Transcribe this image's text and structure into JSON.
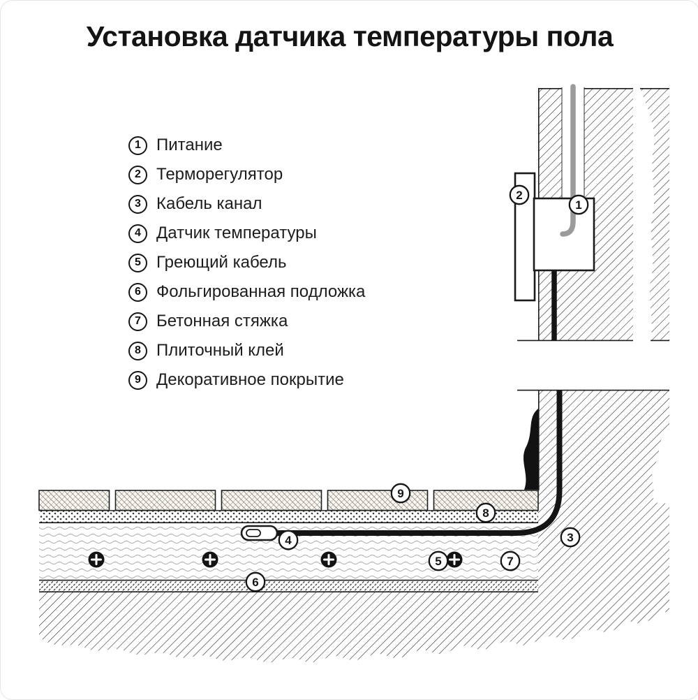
{
  "header": {
    "title": "Установка датчика температуры пола"
  },
  "legend": {
    "items": [
      {
        "num": "1",
        "label": "Питание"
      },
      {
        "num": "2",
        "label": "Терморегулятор"
      },
      {
        "num": "3",
        "label": "Кабель канал"
      },
      {
        "num": "4",
        "label": "Датчик температуры"
      },
      {
        "num": "5",
        "label": "Греющий кабель"
      },
      {
        "num": "6",
        "label": "Фольгированная подложка"
      },
      {
        "num": "7",
        "label": "Бетонная стяжка"
      },
      {
        "num": "8",
        "label": "Плиточный клей"
      },
      {
        "num": "9",
        "label": "Декоративное покрытие"
      }
    ]
  },
  "diagram": {
    "colors": {
      "ink": "#1a1a1a",
      "power_cable": "#9b9b9b",
      "signal_cable": "#141414",
      "hatch_line": "#2f2f2f"
    }
  }
}
